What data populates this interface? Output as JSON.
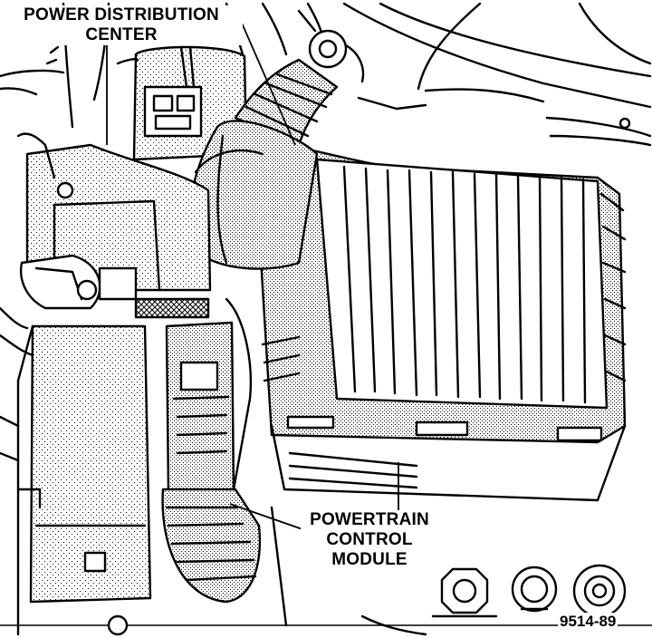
{
  "callouts": {
    "power_distribution_center": [
      "POWER DISTRIBUTION",
      "CENTER"
    ],
    "powertrain_control_module": [
      "POWERTRAIN",
      "CONTROL",
      "MODULE"
    ]
  },
  "figure_id": "9514-89"
}
